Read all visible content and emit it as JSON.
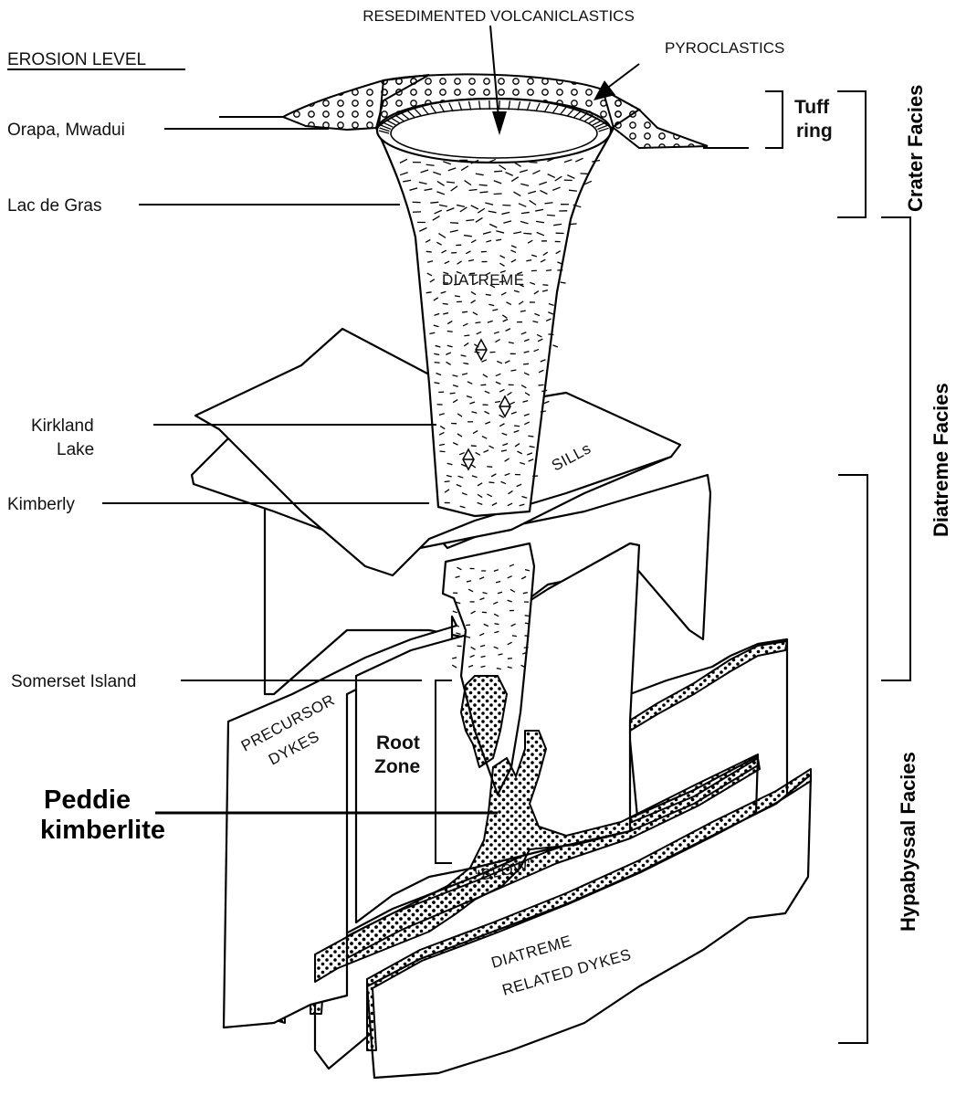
{
  "labels": {
    "resedimented": "RESEDIMENTED VOLCANICLASTICS",
    "pyroclastics": "PYROCLASTICS",
    "erosion_level": "EROSION LEVEL",
    "tuff": "Tuff",
    "ring": "ring",
    "orapa": "Orapa, Mwadui",
    "lac_de_gras": "Lac de Gras",
    "diatreme": "DIATREME",
    "kirkland": "Kirkland",
    "lake": "Lake",
    "kimberly": "Kimberly",
    "sills": "SILLs",
    "somerset": "Somerset Island",
    "precursor": "PRECURSOR",
    "dykes": "DYKES",
    "root": "Root",
    "zone": "Zone",
    "peddie": "Peddie",
    "kimberlite": "kimberlite",
    "blow": "\"BLOW\"",
    "diatreme_related": "DIATREME",
    "related_dykes": "RELATED DYKES"
  },
  "facies": {
    "crater": "Crater Facies",
    "diatreme": "Diatreme Facies",
    "hypabyssal": "Hypabyssal Facies"
  }
}
